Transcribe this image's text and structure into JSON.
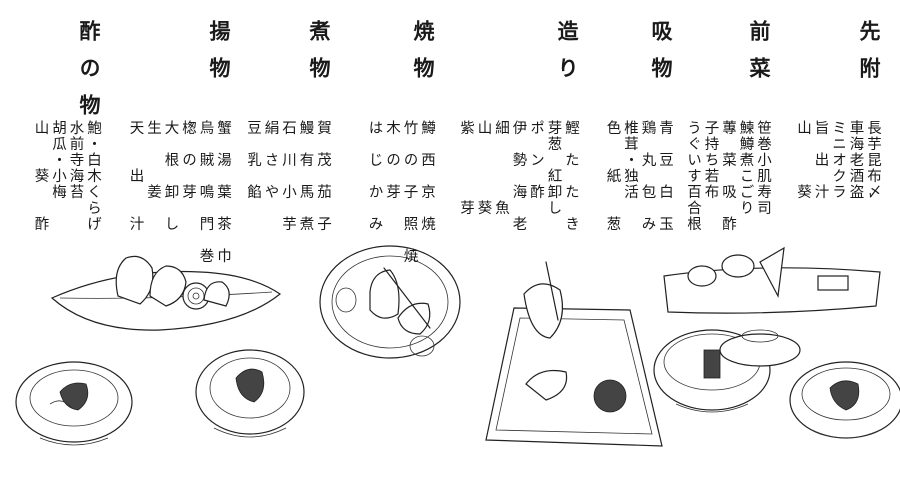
{
  "courses": [
    {
      "id": "sakizuke",
      "title": "先附",
      "dishes": [
        "長芋昆布〆",
        "車海老酒盗",
        "ミニオクラ",
        "旨　出　汁",
        "山　　　葵"
      ]
    },
    {
      "id": "zensai",
      "title": "前菜",
      "dishes": [
        "笹巻小肌寿司",
        "鰊鱒煮こごり",
        "蓴　菜　吸　酢",
        "子持ち若布",
        "うぐいす百合根"
      ]
    },
    {
      "id": "suimono",
      "title": "吸物",
      "dishes": [
        "青　豆　白　玉",
        "鶏　丸　包　み",
        "椎茸・独活",
        "色　　紙　　葱"
      ]
    },
    {
      "id": "tsukuri",
      "title": "造り",
      "dishes": [
        "鰹　た　た　き",
        "芽葱　紅卸し",
        "ポ　ン　酢",
        "伊　勢　海　老",
        "細　　　　魚",
        "山　　　　葵",
        "紫　　　　芽"
      ]
    },
    {
      "id": "yakimono",
      "title": "焼物",
      "dishes": [
        "鱒　西　京　焼",
        "竹　の　子　照　焼",
        "木　の　芽",
        "は　じ　か　み"
      ]
    },
    {
      "id": "nimono",
      "title": "煮物",
      "dishes": [
        "賀　茂　茄　子",
        "鰻　有　馬　煮",
        "石　川　小　芋",
        "絹　さ　や",
        "豆　乳　餡"
      ]
    },
    {
      "id": "agemono",
      "title": "揚物",
      "dishes": [
        "蟹　湯　葉　茶　巾",
        "烏　賊　鳴　門　巻",
        "楤　の　芽",
        "大　根　卸　し",
        "生　　　姜",
        "天　　出　　汁"
      ]
    },
    {
      "id": "sunomono",
      "title": "酢の物",
      "dishes": [
        "鮑・白木くらげ",
        "水前寺海苔",
        "胡瓜・小梅",
        "山　　葵　　酢"
      ]
    }
  ]
}
